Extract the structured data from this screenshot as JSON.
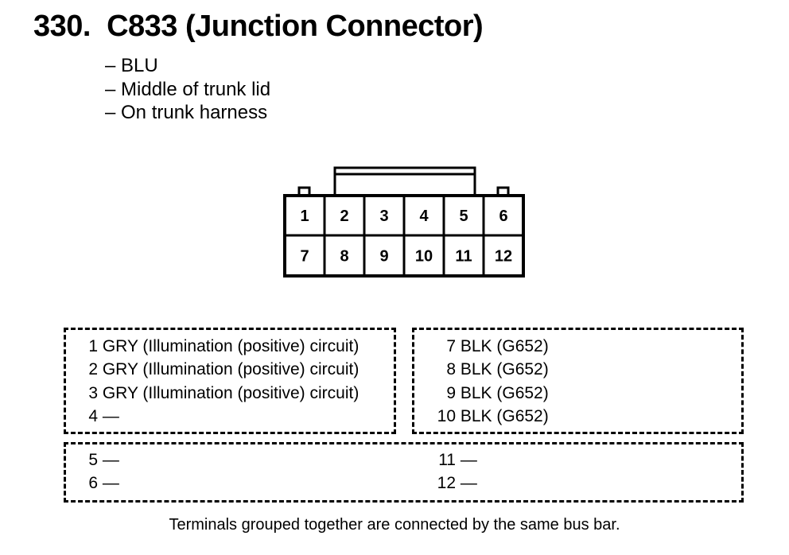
{
  "title": "330.  C833 (Junction Connector)",
  "info_lines": [
    "– BLU",
    "– Middle of trunk lid",
    "– On trunk harness"
  ],
  "connector": {
    "row1": [
      "1",
      "2",
      "3",
      "4",
      "5",
      "6"
    ],
    "row2": [
      "7",
      "8",
      "9",
      "10",
      "11",
      "12"
    ]
  },
  "groups": [
    {
      "rows": [
        {
          "num": "1",
          "desc": "GRY (Illumination (positive) circuit)"
        },
        {
          "num": "2",
          "desc": "GRY (Illumination (positive) circuit)"
        },
        {
          "num": "3",
          "desc": "GRY (Illumination (positive) circuit)"
        },
        {
          "num": "4",
          "desc": "—"
        }
      ]
    },
    {
      "rows": [
        {
          "num": "7",
          "desc": "BLK (G652)"
        },
        {
          "num": "8",
          "desc": "BLK (G652)"
        },
        {
          "num": "9",
          "desc": "BLK (G652)"
        },
        {
          "num": "10",
          "desc": "BLK (G652)"
        }
      ]
    },
    {
      "rows": [
        {
          "num": "5",
          "desc": "—"
        },
        {
          "num": "6",
          "desc": "—"
        },
        {
          "num": "11",
          "desc": "—"
        },
        {
          "num": "12",
          "desc": "—"
        }
      ]
    }
  ],
  "footer": "Terminals grouped together are connected by the same bus bar."
}
